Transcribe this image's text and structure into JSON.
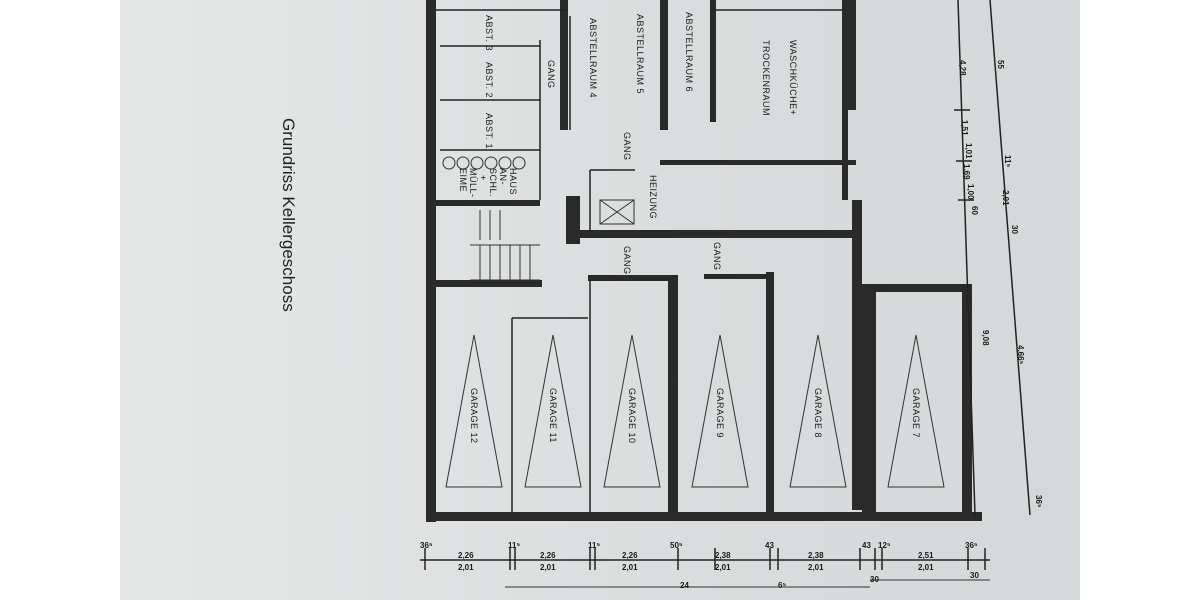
{
  "title": "Grundriss Kellergeschoss",
  "rooms": {
    "abst3": "ABST. 3",
    "abst2": "ABST. 2",
    "abst1": "ABST. 1",
    "abstellraum4": "ABSTELLRAUM 4",
    "abstellraum5": "ABSTELLRAUM 5",
    "abstellraum6": "ABSTELLRAUM 6",
    "waschkueche": "WASCHKÜCHE+",
    "trockenraum": "TROCKENRAUM",
    "gang1": "GANG",
    "gang2": "GANG",
    "gang3": "GANG",
    "gang4": "GANG",
    "heizung": "HEIZUNG",
    "hausanschl1": "HAUS",
    "hausanschl2": "AN-",
    "hausanschl3": "SCHL.",
    "hausanschl4": "+",
    "hausanschl5": "MÜLL-",
    "hausanschl6": "EIME",
    "garages": [
      "GARAGE 12",
      "GARAGE 11",
      "GARAGE 10",
      "GARAGE 9",
      "GARAGE 8",
      "GARAGE 7"
    ]
  },
  "dimensions_bottom": {
    "top": [
      "36⁵",
      "11⁵",
      "11⁵",
      "50⁵",
      "43",
      "43",
      "12⁵",
      "36⁵"
    ],
    "upper": [
      "2,26",
      "2,26",
      "2,26",
      "2,38",
      "2,38",
      "2,51"
    ],
    "lower": [
      "2,01",
      "2,01",
      "2,01",
      "2,01",
      "2,01",
      "2,01"
    ],
    "sub": [
      "24",
      "6⁵",
      "30",
      "30"
    ]
  },
  "dimensions_right": {
    "inner": [
      "4,28",
      "1,51",
      "1,01",
      "1,69",
      "1,00",
      "60",
      "9,08"
    ],
    "outer": [
      "55",
      "11⁵",
      "2,01",
      "30",
      "4,66⁵",
      "36⁵"
    ]
  },
  "colors": {
    "paper": "#dadddd",
    "lines": "#222222"
  }
}
